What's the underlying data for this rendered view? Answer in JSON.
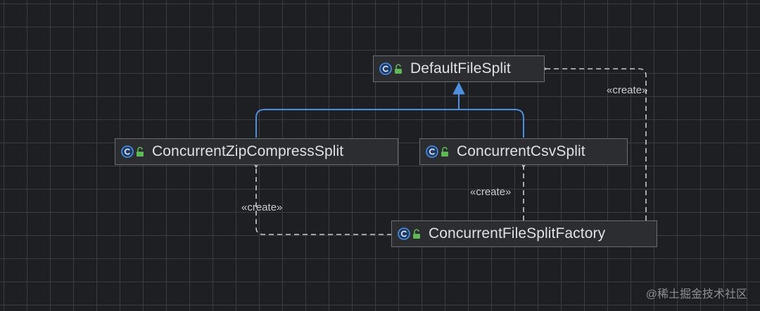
{
  "diagram": {
    "classes": {
      "default_file_split": {
        "name": "DefaultFileSplit"
      },
      "concurrent_zip_compress_split": {
        "name": "ConcurrentZipCompressSplit"
      },
      "concurrent_csv_split": {
        "name": "ConcurrentCsvSplit"
      },
      "concurrent_file_split_factory": {
        "name": "ConcurrentFileSplitFactory"
      }
    },
    "relations": {
      "inheritance": [
        {
          "from": "ConcurrentZipCompressSplit",
          "to": "DefaultFileSplit"
        },
        {
          "from": "ConcurrentCsvSplit",
          "to": "DefaultFileSplit"
        }
      ],
      "dependencies": [
        {
          "from": "ConcurrentFileSplitFactory",
          "to": "DefaultFileSplit",
          "label": "«create»"
        },
        {
          "from": "ConcurrentFileSplitFactory",
          "to": "ConcurrentCsvSplit",
          "label": "«create»"
        },
        {
          "from": "ConcurrentFileSplitFactory",
          "to": "ConcurrentZipCompressSplit",
          "label": "«create»"
        }
      ]
    },
    "icons": {
      "class_marker": "class-c-icon",
      "visibility_marker": "lock-open-icon"
    },
    "colors": {
      "background": "#1e1f22",
      "node_fill": "#2b2d30",
      "inheritance_line": "#4f8fe0",
      "dependency_line": "#c9ccd1",
      "class_icon": "#4a8fe8",
      "lock_icon": "#5fb856"
    }
  },
  "watermark": "@稀土掘金技术社区"
}
